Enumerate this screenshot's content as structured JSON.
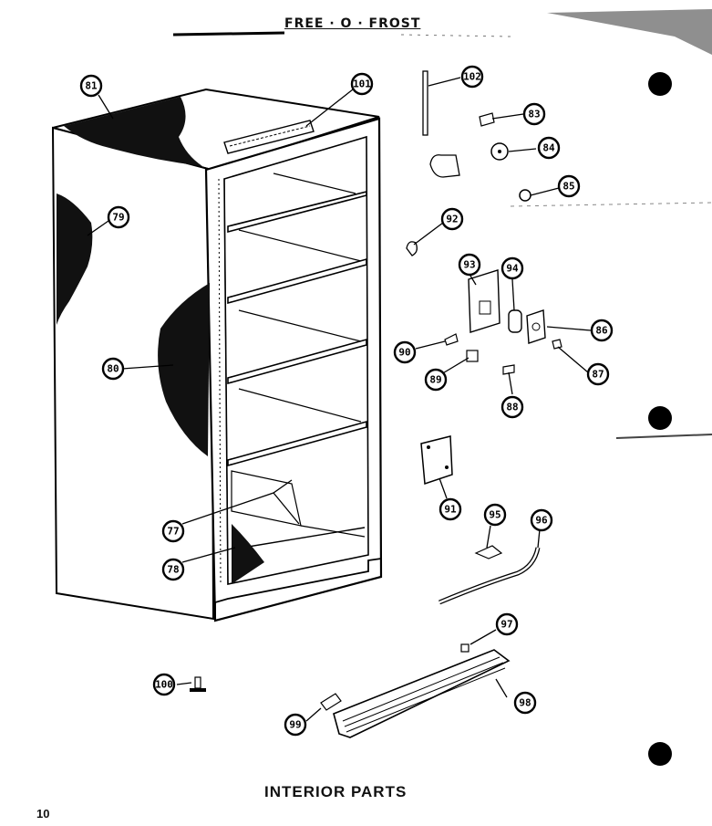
{
  "header": "FREE · O · FROST",
  "caption": "INTERIOR PARTS",
  "page_number": "10",
  "callouts": {
    "c81": "81",
    "c101": "101",
    "c102": "102",
    "c83": "83",
    "c84": "84",
    "c85a": "85",
    "c79": "79",
    "c92": "92",
    "c93": "93",
    "c94": "94",
    "c86": "86",
    "c80": "80",
    "c90": "90",
    "c87": "87",
    "c89": "89",
    "c88": "88",
    "c91": "91",
    "c95": "95",
    "c96": "96",
    "c77": "77",
    "c78": "78",
    "c97": "97",
    "c100": "100",
    "c98": "98",
    "c99": "99"
  }
}
